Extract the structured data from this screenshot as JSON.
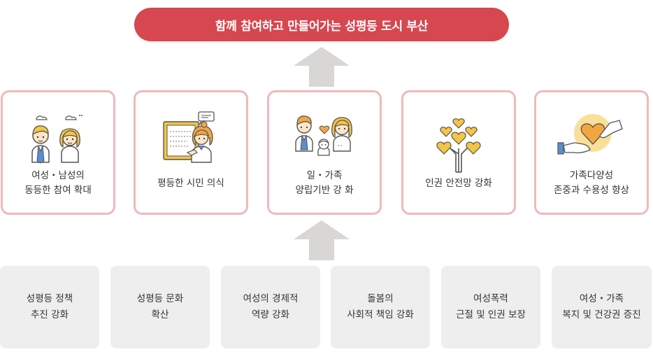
{
  "banner": {
    "title": "함께 참여하고 만들어가는 성평등 도시 부산"
  },
  "goals": [
    {
      "line1": "여성・남성의",
      "line2": "동등한 참여 확대",
      "icon": "man-and-woman-icon"
    },
    {
      "line1": "평등한 시민 의식",
      "line2": "",
      "icon": "woman-presenting-board-icon"
    },
    {
      "line1": "일・가족",
      "line2": "양립기반 강 화",
      "icon": "family-with-baby-icon"
    },
    {
      "line1": "인권 안전망 강화",
      "line2": "",
      "icon": "heart-tree-icon"
    },
    {
      "line1": "가족다양성",
      "line2": "존중과 수용성 향상",
      "icon": "hands-holding-heart-icon"
    }
  ],
  "policies": [
    {
      "line1": "성평등 정책",
      "line2": "추진 강화"
    },
    {
      "line1": "성평등 문화",
      "line2": "확산"
    },
    {
      "line1": "여성의 경제적",
      "line2": "역량 강화"
    },
    {
      "line1": "돌봄의",
      "line2": "사회적 책임 강화"
    },
    {
      "line1": "여성폭력",
      "line2": "근절 및 인권 보장"
    },
    {
      "line1": "여성・가족",
      "line2": "복지 및 건강권 증진"
    }
  ],
  "colors": {
    "banner": "#d6474f",
    "card_border": "#f1b8bb",
    "arrow": "#d9d6d6",
    "box_bg": "#eeeeee",
    "icon_yellow": "#f6c445",
    "icon_orange": "#f2a641",
    "icon_blue": "#5b8dd0"
  }
}
